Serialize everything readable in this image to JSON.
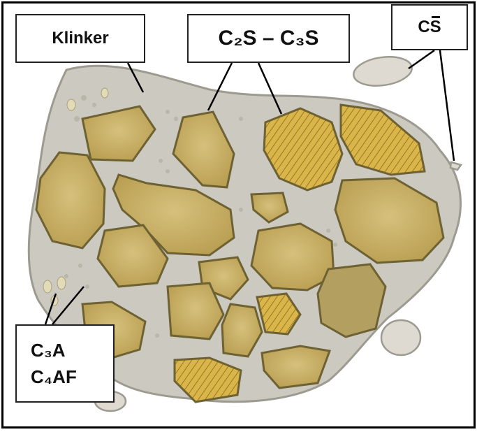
{
  "labels": {
    "klinker": "Klinker",
    "c2s_c3s": "C₂S – C₃S",
    "cs": {
      "c": "C",
      "s": "S"
    },
    "c3a": "C₃A",
    "c4af": "C₄AF"
  },
  "colors": {
    "matrix": "#c9c7bd",
    "grain_fill": "#c9b06a",
    "grain_edge": "#6e6233",
    "hatched_fill": "#d9b54a",
    "gypsum": "#dcd8d0"
  }
}
